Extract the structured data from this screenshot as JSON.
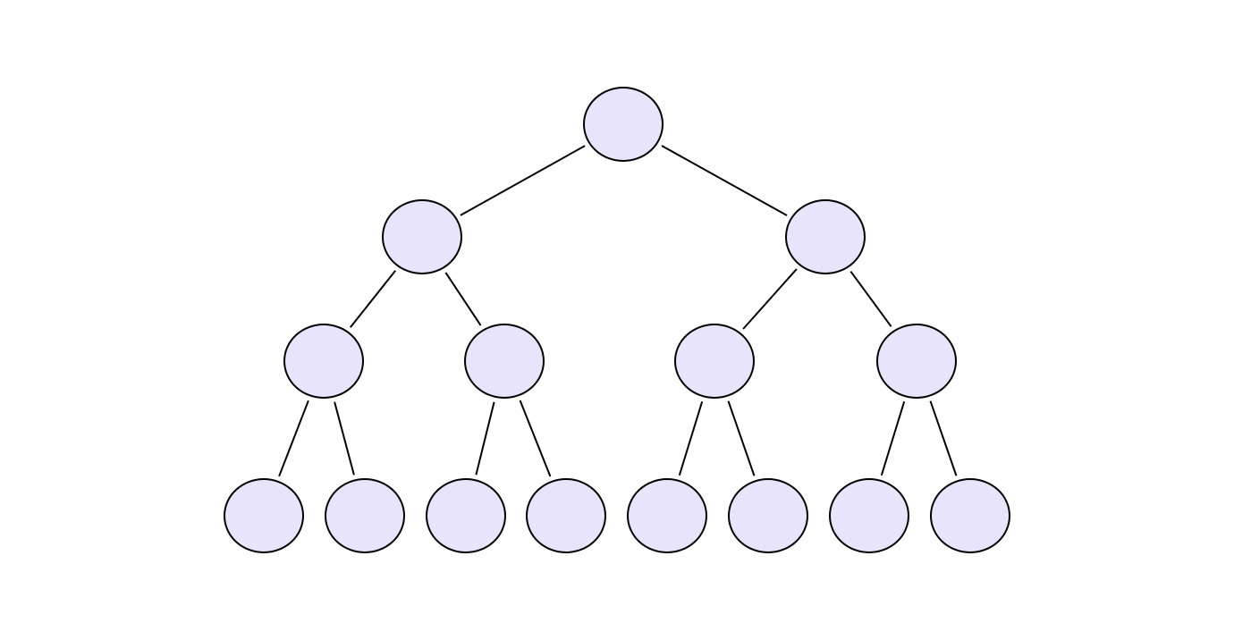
{
  "diagram": {
    "type": "tree",
    "structure": "binary",
    "levels": 4,
    "node_fill": "#e8e4fc",
    "stroke_color": "#000000",
    "nodes": [
      {
        "id": "n1",
        "parent": null,
        "label": ""
      },
      {
        "id": "n2",
        "parent": "n1",
        "label": ""
      },
      {
        "id": "n3",
        "parent": "n1",
        "label": ""
      },
      {
        "id": "n4",
        "parent": "n2",
        "label": ""
      },
      {
        "id": "n5",
        "parent": "n2",
        "label": ""
      },
      {
        "id": "n6",
        "parent": "n3",
        "label": ""
      },
      {
        "id": "n7",
        "parent": "n3",
        "label": ""
      },
      {
        "id": "n8",
        "parent": "n4",
        "label": ""
      },
      {
        "id": "n9",
        "parent": "n4",
        "label": ""
      },
      {
        "id": "n10",
        "parent": "n5",
        "label": ""
      },
      {
        "id": "n11",
        "parent": "n5",
        "label": ""
      },
      {
        "id": "n12",
        "parent": "n6",
        "label": ""
      },
      {
        "id": "n13",
        "parent": "n6",
        "label": ""
      },
      {
        "id": "n14",
        "parent": "n7",
        "label": ""
      },
      {
        "id": "n15",
        "parent": "n7",
        "label": ""
      }
    ]
  }
}
